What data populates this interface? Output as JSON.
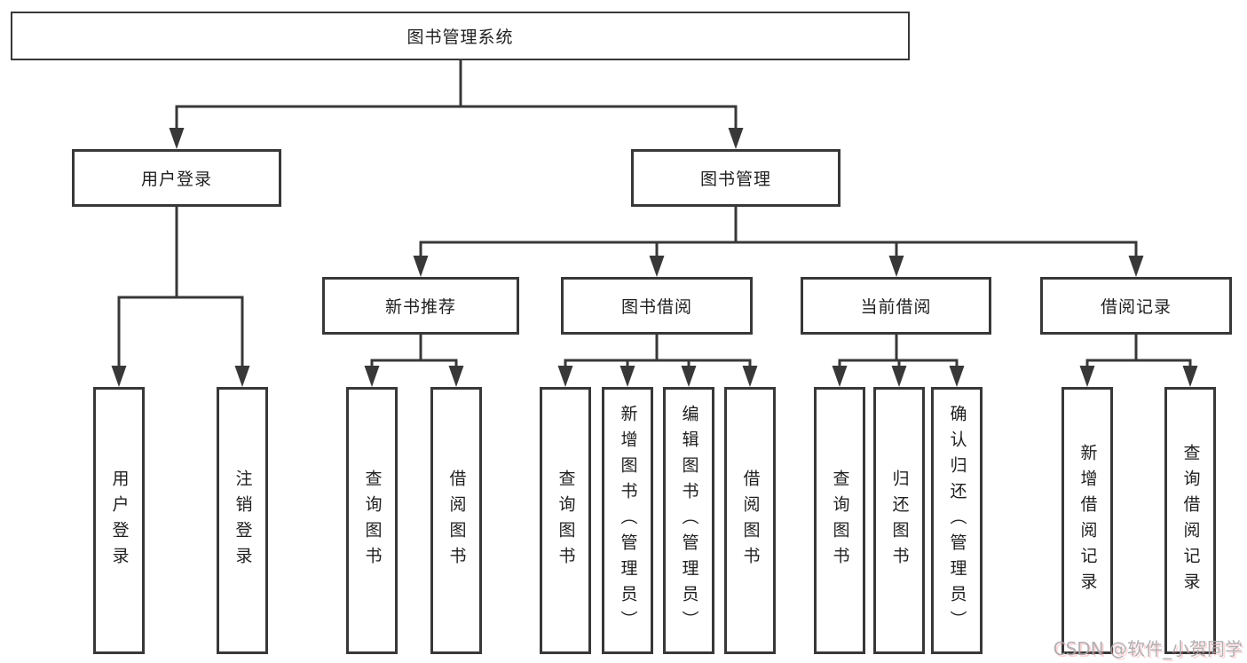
{
  "nodes": {
    "root": {
      "label": "图书管理系统"
    },
    "level2": [
      {
        "label": "用户登录"
      },
      {
        "label": "图书管理"
      }
    ],
    "level3": [
      {
        "label": "新书推荐",
        "parent": "图书管理"
      },
      {
        "label": "图书借阅",
        "parent": "图书管理"
      },
      {
        "label": "当前借阅",
        "parent": "图书管理"
      },
      {
        "label": "借阅记录",
        "parent": "图书管理"
      }
    ],
    "leaves": [
      {
        "label": "用户登录",
        "parent": "用户登录"
      },
      {
        "label": "注销登录",
        "parent": "用户登录"
      },
      {
        "label": "查询图书",
        "parent": "新书推荐"
      },
      {
        "label": "借阅图书",
        "parent": "新书推荐"
      },
      {
        "label": "查询图书",
        "parent": "图书借阅"
      },
      {
        "label": "新增图书（管理员）",
        "parent": "图书借阅"
      },
      {
        "label": "编辑图书（管理员）",
        "parent": "图书借阅"
      },
      {
        "label": "借阅图书",
        "parent": "图书借阅"
      },
      {
        "label": "查询图书",
        "parent": "当前借阅"
      },
      {
        "label": "归还图书",
        "parent": "当前借阅"
      },
      {
        "label": "确认归还（管理员）",
        "parent": "当前借阅"
      },
      {
        "label": "新增借阅记录",
        "parent": "借阅记录"
      },
      {
        "label": "查询借阅记录",
        "parent": "借阅记录"
      }
    ]
  },
  "watermark": {
    "text": "CSDN @软件_小贺同学"
  },
  "colors": {
    "line": "#383838",
    "text": "#1f1f1f",
    "background": "#ffffff",
    "watermark": "#aaaaae"
  }
}
